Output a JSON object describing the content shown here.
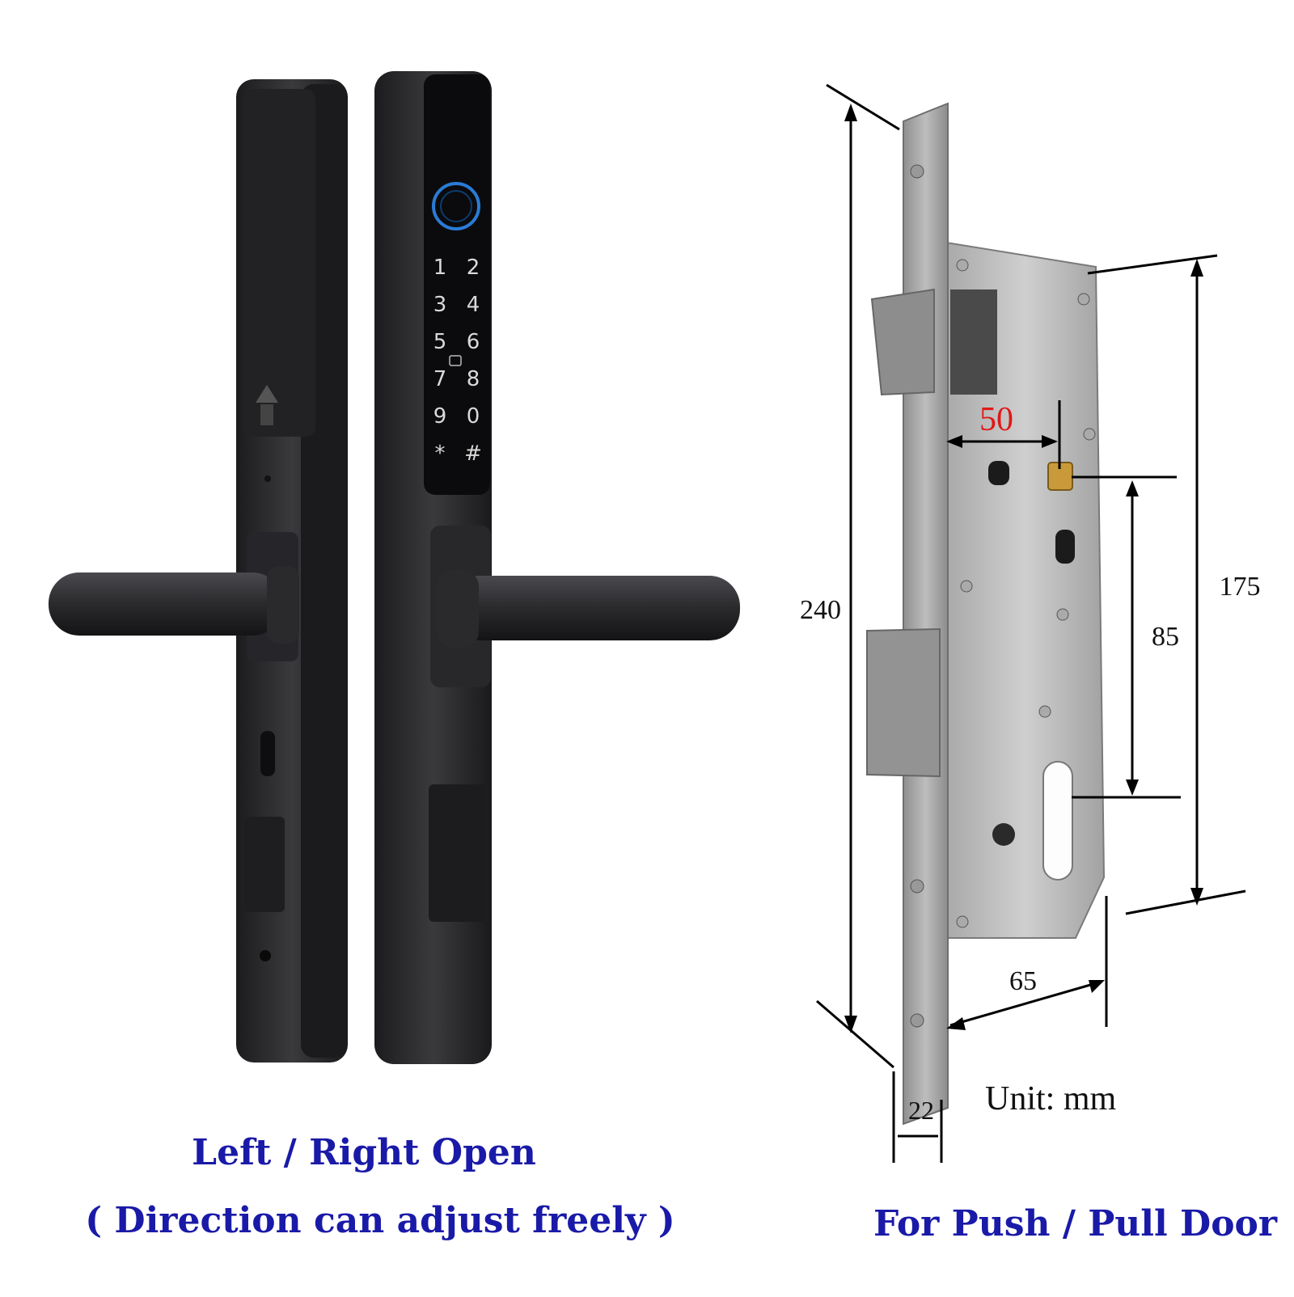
{
  "left_panel": {
    "keypad": {
      "keys": [
        "1",
        "2",
        "3",
        "4",
        "5",
        "6",
        "7",
        "8",
        "9",
        "0",
        "*",
        "#"
      ]
    },
    "caption_line1": "Left / Right Open",
    "caption_line2": "( Direction can adjust freely )"
  },
  "right_panel": {
    "dimensions": {
      "height_total": "240",
      "backset": "50",
      "body_height": "175",
      "center_distance": "85",
      "body_width": "65",
      "faceplate_width": "22"
    },
    "unit_label": "Unit: mm",
    "caption": "For Push / Pull Door"
  },
  "colors": {
    "caption": "#1a1aa8",
    "handle_body": "#2b2b2e",
    "steel": "#b9b9b9",
    "highlight_dim": "#e01818",
    "fingerprint_ring": "#2a7bd6"
  }
}
